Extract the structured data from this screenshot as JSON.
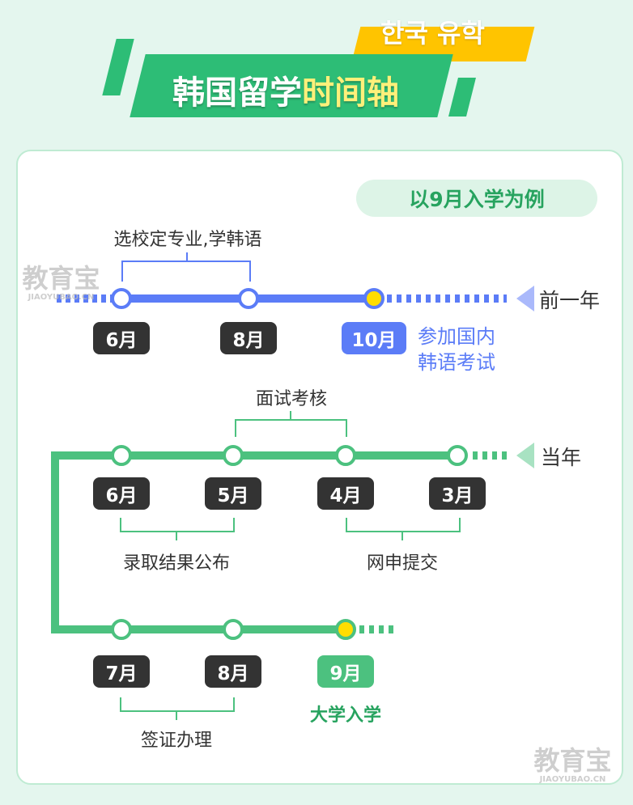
{
  "header": {
    "korean_tag": "한국 유학",
    "title_white": "韩国留学",
    "title_yellow": "时间轴"
  },
  "example_pill": "以9月入学为例",
  "prev_year": {
    "label": "前一年",
    "bracket_text": "选校定专业,学韩语",
    "months": [
      "6月",
      "8月",
      "10月"
    ],
    "exam_note_line1": "参加国内",
    "exam_note_line2": "韩语考试"
  },
  "current_year": {
    "label": "当年",
    "interview_text": "面试考核",
    "months_row1": [
      "6月",
      "5月",
      "4月",
      "3月"
    ],
    "result_text": "录取结果公布",
    "apply_text": "网申提交",
    "months_row2": [
      "7月",
      "8月",
      "9月"
    ],
    "enroll_text": "大学入学",
    "visa_text": "签证办理"
  },
  "watermark": {
    "name": "教育宝",
    "domain": "JIAOYUBAO.CN"
  },
  "colors": {
    "green": "#2dbd76",
    "yellow": "#ffc400",
    "blue": "#5b7cf7",
    "line_green": "#4cc17f",
    "dark": "#333333"
  }
}
